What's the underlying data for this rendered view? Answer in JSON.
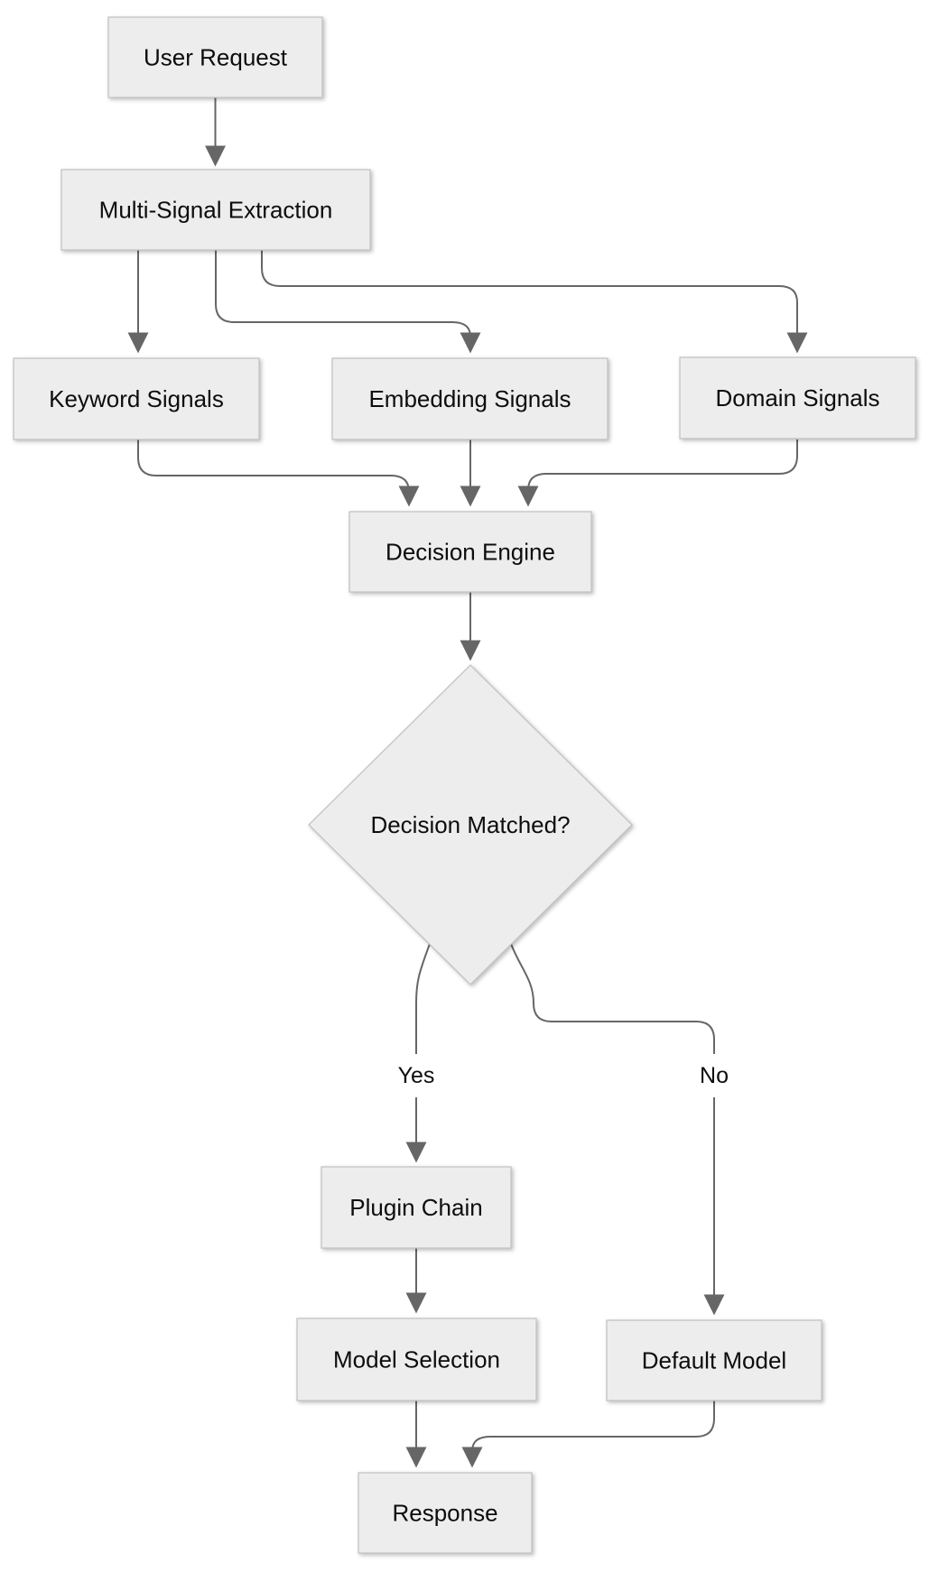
{
  "diagram": {
    "type": "flowchart",
    "direction": "top-down",
    "nodes": {
      "user_request": {
        "label": "User Request",
        "shape": "rectangle"
      },
      "multi_signal_extraction": {
        "label": "Multi-Signal Extraction",
        "shape": "rectangle"
      },
      "keyword_signals": {
        "label": "Keyword Signals",
        "shape": "rectangle"
      },
      "embedding_signals": {
        "label": "Embedding Signals",
        "shape": "rectangle"
      },
      "domain_signals": {
        "label": "Domain Signals",
        "shape": "rectangle"
      },
      "decision_engine": {
        "label": "Decision Engine",
        "shape": "rectangle"
      },
      "decision_matched": {
        "label": "Decision Matched?",
        "shape": "diamond"
      },
      "plugin_chain": {
        "label": "Plugin Chain",
        "shape": "rectangle"
      },
      "model_selection": {
        "label": "Model Selection",
        "shape": "rectangle"
      },
      "default_model": {
        "label": "Default Model",
        "shape": "rectangle"
      },
      "response": {
        "label": "Response",
        "shape": "rectangle"
      }
    },
    "edges": [
      {
        "from": "user_request",
        "to": "multi_signal_extraction",
        "label": ""
      },
      {
        "from": "multi_signal_extraction",
        "to": "keyword_signals",
        "label": ""
      },
      {
        "from": "multi_signal_extraction",
        "to": "embedding_signals",
        "label": ""
      },
      {
        "from": "multi_signal_extraction",
        "to": "domain_signals",
        "label": ""
      },
      {
        "from": "keyword_signals",
        "to": "decision_engine",
        "label": ""
      },
      {
        "from": "embedding_signals",
        "to": "decision_engine",
        "label": ""
      },
      {
        "from": "domain_signals",
        "to": "decision_engine",
        "label": ""
      },
      {
        "from": "decision_engine",
        "to": "decision_matched",
        "label": ""
      },
      {
        "from": "decision_matched",
        "to": "plugin_chain",
        "label": "Yes"
      },
      {
        "from": "decision_matched",
        "to": "default_model",
        "label": "No"
      },
      {
        "from": "plugin_chain",
        "to": "model_selection",
        "label": ""
      },
      {
        "from": "model_selection",
        "to": "response",
        "label": ""
      },
      {
        "from": "default_model",
        "to": "response",
        "label": ""
      }
    ],
    "colors": {
      "background": "#ffffff",
      "node_fill": "#ededed",
      "node_border": "#c4c4c4",
      "edge_line": "#666666",
      "arrowhead": "#666666",
      "text": "#0d0d0d"
    }
  }
}
